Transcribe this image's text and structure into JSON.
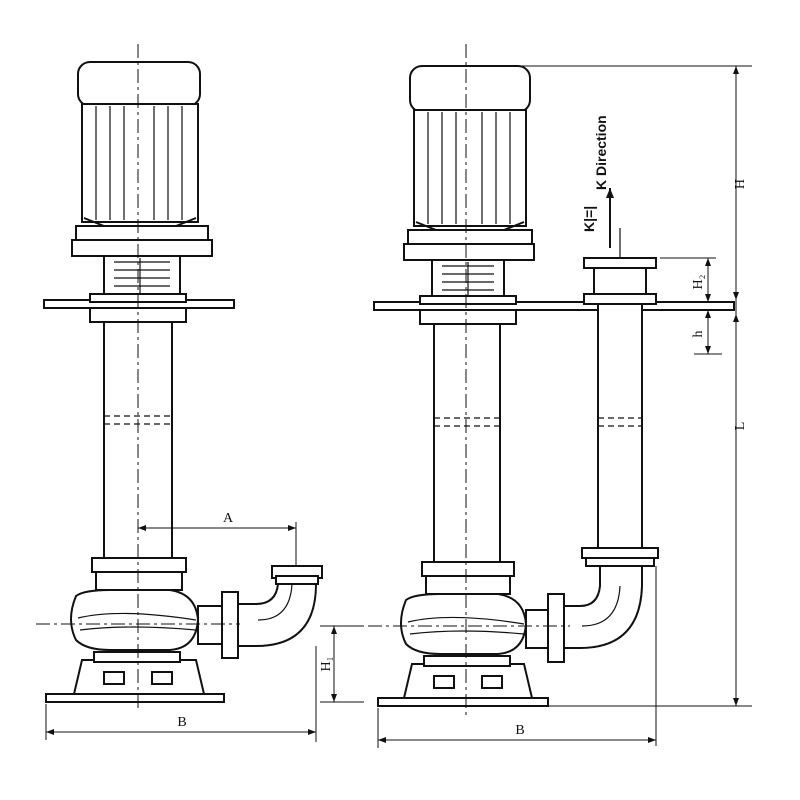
{
  "labels": {
    "A": "A",
    "B_left": "B",
    "B_right": "B",
    "H1": "H₁",
    "H": "H",
    "H2": "H₂",
    "h": "h",
    "L": "L",
    "k_mark": "K|=|",
    "k_direction": "K Direction"
  },
  "colors": {
    "line": "#111111",
    "background": "#ffffff"
  }
}
